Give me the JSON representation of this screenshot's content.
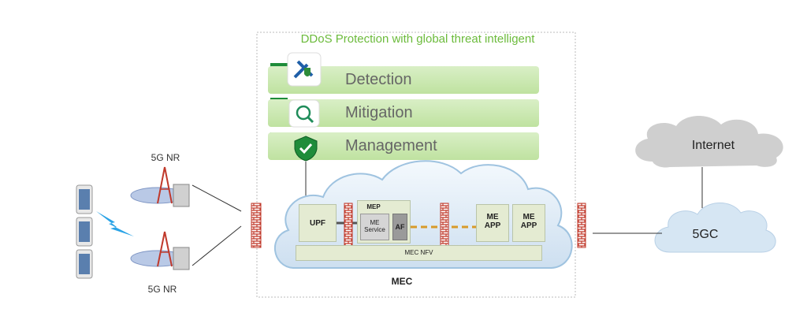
{
  "title": "DDoS Protection with global threat intelligent",
  "layers": [
    {
      "label": "Detection",
      "icon": "tools-shield-icon"
    },
    {
      "label": "Mitigation",
      "icon": "magnifier-icon"
    },
    {
      "label": "Management",
      "icon": "shield-check-icon"
    }
  ],
  "radio": {
    "top_label": "5G NR",
    "bottom_label": "5G NR"
  },
  "mec": {
    "label": "MEC",
    "upf": "UPF",
    "mep": "MEP",
    "me_service": "ME Service",
    "af": "AF",
    "me_app_1": "ME APP",
    "me_app_2": "ME APP",
    "nfv": "MEC NFV"
  },
  "internet": "Internet",
  "core": "5GC",
  "colors": {
    "accent_green": "#6cbb3c",
    "firewall_red": "#c0392b",
    "cloud_blue": "#d6e6f3",
    "cloud_grey": "#cccccc",
    "dash_orange": "#d89a2a"
  }
}
